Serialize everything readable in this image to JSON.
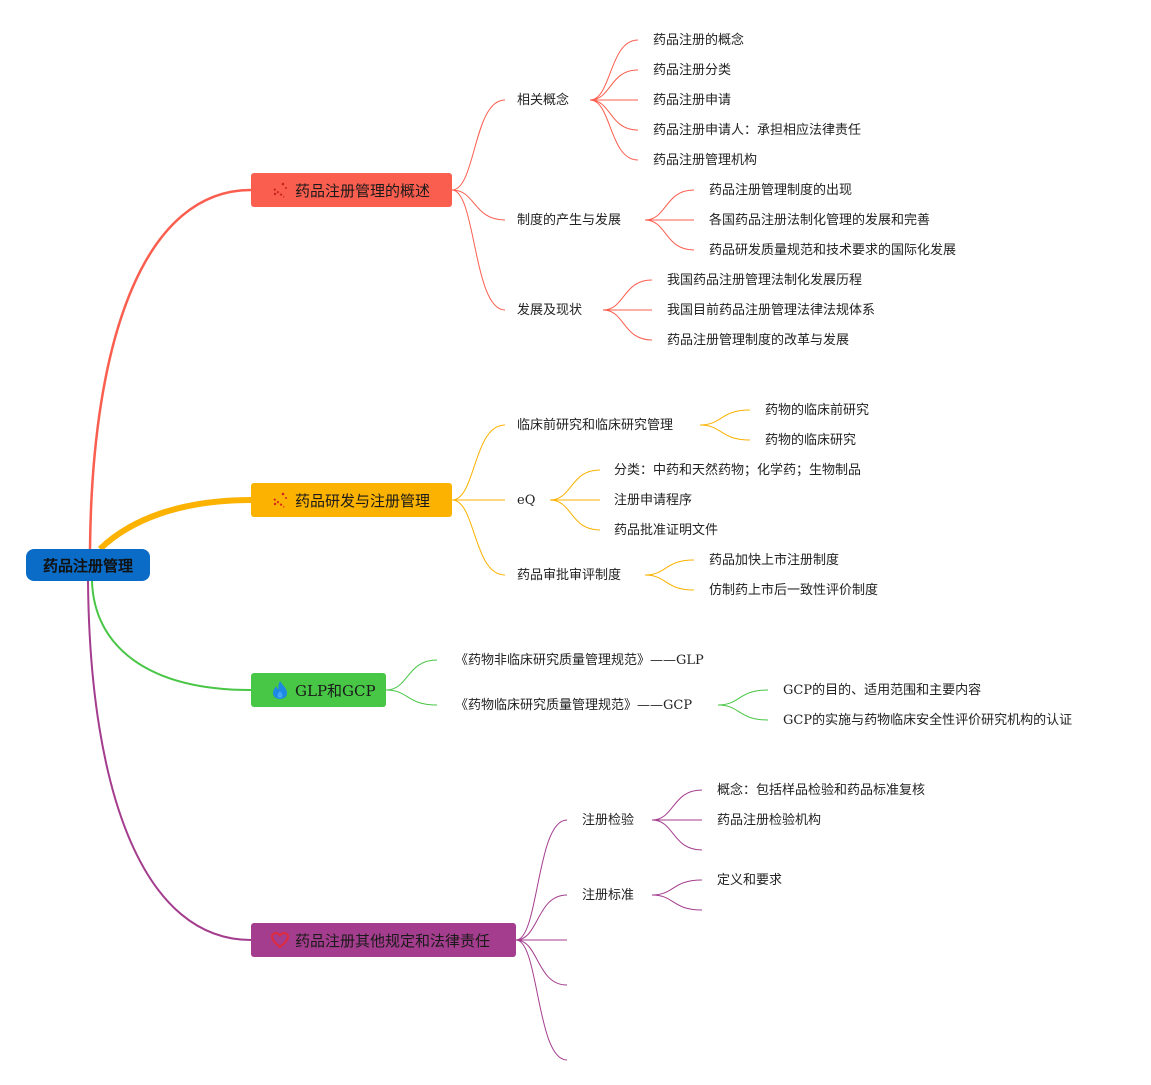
{
  "root": {
    "label": "药品注册管理",
    "color": "#0a6cc7"
  },
  "topics": [
    {
      "label": "药品注册管理的概述",
      "icon": "magic-wand-icon",
      "color": "#fa5e4f",
      "children": [
        {
          "label": "相关概念",
          "children": [
            "药品注册的概念",
            "药品注册分类",
            "药品注册申请",
            "药品注册申请人：承担相应法律责任",
            "药品注册管理机构"
          ]
        },
        {
          "label": "制度的产生与发展",
          "children": [
            "药品注册管理制度的出现",
            "各国药品注册法制化管理的发展和完善",
            "药品研发质量规范和技术要求的国际化发展"
          ]
        },
        {
          "label": "发展及现状",
          "children": [
            "我国药品注册管理法制化发展历程",
            "我国目前药品注册管理法律法规体系",
            "药品注册管理制度的改革与发展"
          ]
        }
      ]
    },
    {
      "label": "药品研发与注册管理",
      "icon": "magic-wand-icon",
      "color": "#fbb200",
      "children": [
        {
          "label": "临床前研究和临床研究管理",
          "children": [
            "药物的临床前研究",
            "药物的临床研究"
          ]
        },
        {
          "label": "eQ",
          "children": [
            "分类：中药和天然药物；化学药；生物制品",
            "注册申请程序",
            "药品批准证明文件"
          ]
        },
        {
          "label": "药品审批审评制度",
          "children": [
            "药品加快上市注册制度",
            "仿制药上市后一致性评价制度"
          ]
        }
      ]
    },
    {
      "label": "GLP和GCP",
      "icon": "flame-icon",
      "color": "#48c645",
      "children": [
        {
          "label": "《药物非临床研究质量管理规范》——GLP",
          "children": []
        },
        {
          "label": "《药物临床研究质量管理规范》——GCP",
          "children": [
            "GCP的目的、适用范围和主要内容",
            "GCP的实施与药物临床安全性评价研究机构的认证"
          ]
        }
      ]
    },
    {
      "label": "药品注册其他规定和法律责任",
      "icon": "heart-icon",
      "color": "#a43d8e",
      "children": [
        {
          "label": "注册检验",
          "children": [
            "概念：包括样品检验和药品标准复核",
            "药品注册检验机构",
            ""
          ]
        },
        {
          "label": "注册标准",
          "children": [
            "定义和要求",
            ""
          ]
        },
        {
          "label": "",
          "children": []
        },
        {
          "label": "",
          "children": []
        },
        {
          "label": "",
          "children": []
        }
      ]
    }
  ]
}
